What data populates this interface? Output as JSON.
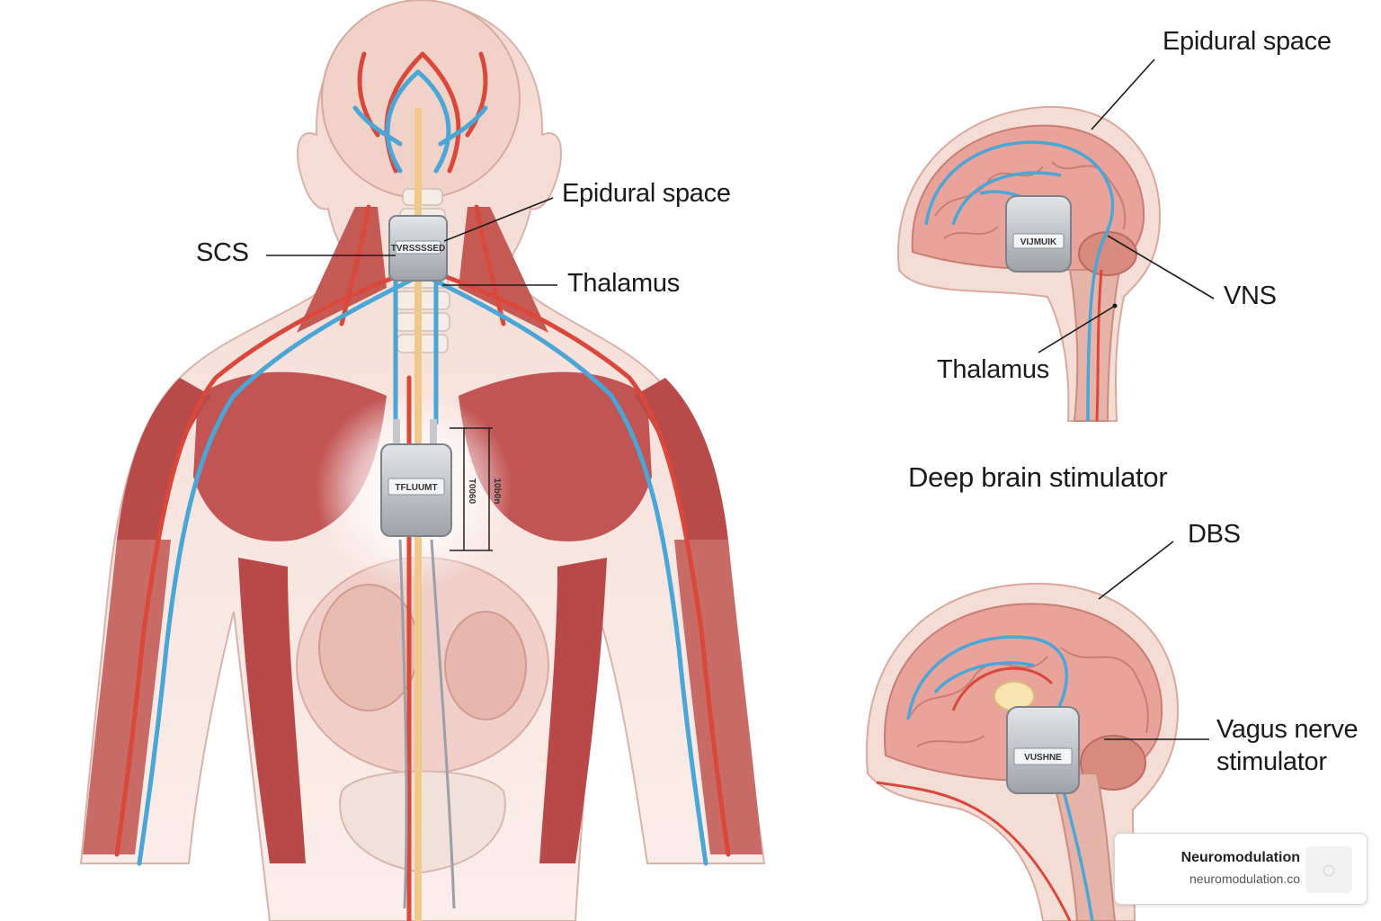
{
  "labels": {
    "epidural_space_body": "Epidural space",
    "scs": "SCS",
    "thalamus_body": "Thalamus",
    "epidural_space_brain": "Epidural space",
    "vns": "VNS",
    "thalamus_brain": "Thalamus",
    "deep_brain_stimulator": "Deep brain stimulator",
    "dbs": "DBS",
    "vagus_line1": "Vagus nerve",
    "vagus_line2": "stimulator"
  },
  "devices": {
    "neck_device": "TVRSSSSED",
    "chest_device": "TFLUUMT",
    "chest_measure_1": "T0060",
    "chest_measure_2": "10b0n",
    "brain_top_device": "VIJMUIK",
    "brain_bottom_device": "VUSHNE"
  },
  "badge": {
    "title": "Neuromodulation",
    "url": "neuromodulation.co"
  },
  "icons": {
    "badge_thumbnail": "image-placeholder-icon"
  },
  "colors": {
    "muscle": "#c75a5a",
    "skin": "#f3d6cf",
    "artery": "#d9483b",
    "nerve_blue": "#4aa6d6",
    "brain": "#e9a39a",
    "device": "#b9bcc2"
  }
}
